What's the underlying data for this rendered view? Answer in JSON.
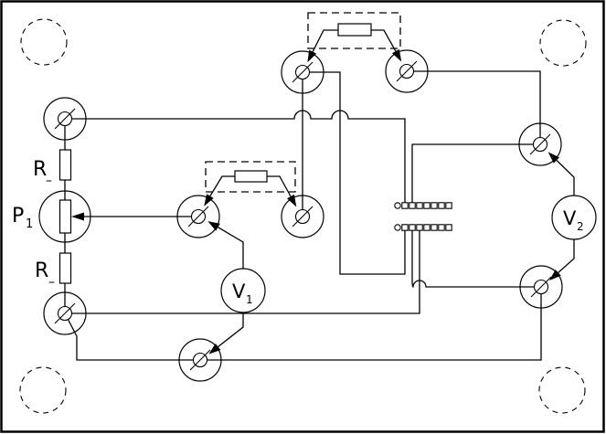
{
  "title": "wiring-schematic",
  "colors": {
    "line": "#000000",
    "background": "#ffffff",
    "arrow_fill": "#000000"
  },
  "labels": {
    "r_top_main": "R",
    "r_top_sub": "–",
    "r_bottom_main": "R",
    "r_bottom_sub": "–",
    "pot_main": "P",
    "pot_sub": "1",
    "v1_main": "V",
    "v1_sub": "1",
    "v2_main": "V",
    "v2_sub": "2"
  },
  "components": {
    "mounting_holes": 4,
    "plug_terminals": 9,
    "voltmeters": [
      "V1",
      "V2"
    ],
    "fixed_resistors": [
      "R",
      "R"
    ],
    "potentiometer": "P1",
    "removable_link_boxes": 2,
    "coil_rows": 2,
    "coils_per_row": 8,
    "wire_hops": 3,
    "connection_arrows": 9
  }
}
